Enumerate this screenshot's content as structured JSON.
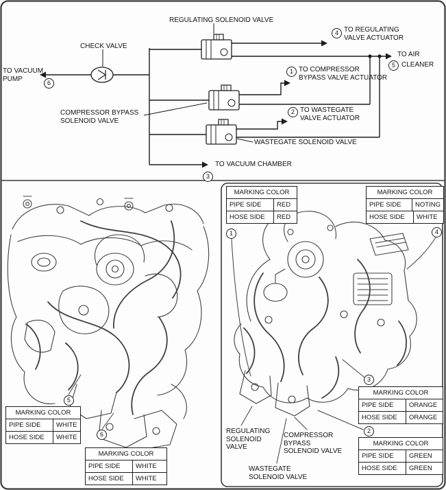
{
  "palette": {
    "ink": "#1c1c1c",
    "art": "#3f3f3f",
    "paper": "#ffffff"
  },
  "schematic": {
    "regulating_valve_label": "REGULATING SOLENOID VALVE",
    "check_valve_label": "CHECK VALVE",
    "vacuum_pump": {
      "num": "6",
      "l1": "TO VACUUM",
      "l2": "PUMP"
    },
    "regulating_actuator": {
      "num": "4",
      "l1": "TO REGULATING",
      "l2": "VALVE ACTUATOR"
    },
    "air_cleaner": {
      "num": "5",
      "l1": "TO AIR",
      "l2": "CLEANER"
    },
    "compressor_actuator": {
      "num": "1",
      "l1": "TO COMPRESSOR",
      "l2": "BYPASS VALVE ACTUATOR"
    },
    "compressor_valve_label": {
      "l1": "COMPRESSOR BYPASS",
      "l2": "SOLENOID VALVE"
    },
    "wastegate_actuator": {
      "num": "2",
      "l1": "TO WASTEGATE",
      "l2": "VALVE ACTUATOR"
    },
    "wastegate_valve_label": "WASTEGATE SOLENOID VALVE",
    "vacuum_chamber": {
      "num": "3",
      "label": "TO VACUUM CHAMBER"
    }
  },
  "left_view": {
    "callout_5": "5",
    "callout_6": "6",
    "table_5": {
      "header": "MARKING COLOR",
      "rows": [
        [
          "PIPE SIDE",
          "WHITE"
        ],
        [
          "HOSE SIDE",
          "WHITE"
        ]
      ]
    },
    "table_6": {
      "header": "MARKING COLOR",
      "rows": [
        [
          "PIPE SIDE",
          "WHITE"
        ],
        [
          "HOSE SIDE",
          "WHITE"
        ]
      ]
    }
  },
  "right_view": {
    "callout_1": "1",
    "callout_2": "2",
    "callout_3": "3",
    "callout_4": "4",
    "table_1": {
      "header": "MARKING COLOR",
      "rows": [
        [
          "PIPE SIDE",
          "RED"
        ],
        [
          "HOSE SIDE",
          "RED"
        ]
      ]
    },
    "table_4": {
      "header": "MARKING COLOR",
      "rows": [
        [
          "PIPE SIDE",
          "NOTING"
        ],
        [
          "HOSE SIDE",
          "WHITE"
        ]
      ]
    },
    "table_3": {
      "header": "MARKING COLOR",
      "rows": [
        [
          "PIPE SIDE",
          "ORANGE"
        ],
        [
          "HOSE SIDE",
          "ORANGE"
        ]
      ]
    },
    "table_2": {
      "header": "MARKING COLOR",
      "rows": [
        [
          "PIPE SIDE",
          "GREEN"
        ],
        [
          "HOSE SIDE",
          "GREEN"
        ]
      ]
    },
    "regulating_label": "REGULATING SOLENOID VALVE",
    "compressor_label": "COMPRESSOR BYPASS SOLENOID VALVE",
    "wastegate_label": "WASTEGATE SOLENOID VALVE"
  }
}
